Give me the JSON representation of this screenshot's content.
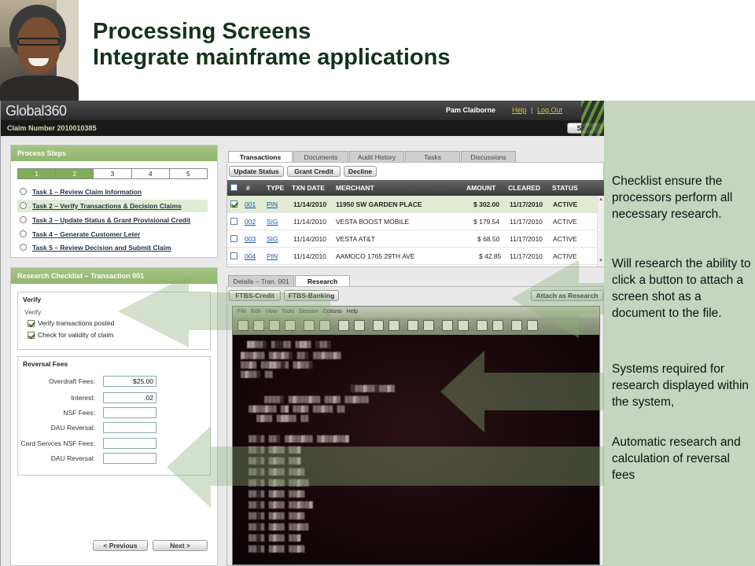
{
  "slide": {
    "title_line1": "Processing Screens",
    "title_line2": "Integrate mainframe applications"
  },
  "app": {
    "logo": "Global360",
    "user_name": "Pam Claiborne",
    "help_label": "Help",
    "separator": "|",
    "logout_label": "Log Out",
    "claim_number": "Claim Number 2010010385",
    "save_label": "Save"
  },
  "process_steps": {
    "title": "Process Steps",
    "steps": [
      "1",
      "2",
      "3",
      "4",
      "5"
    ],
    "tasks": [
      "Task 1 – Review Claim Information",
      "Task 2 – Verify Transactions & Decision Claims",
      "Task 3 – Update Status & Grant Provisional Credit",
      "Task 4 – Generate Customer Leter",
      "Task 5 – Review Decision and Submit Claim"
    ]
  },
  "checklist": {
    "title": "Research Checklist – Transaction 001",
    "verify_title": "Verify",
    "verify_sub": "Verify",
    "checks": [
      "Verify transactions posted",
      "Check for validity of claim"
    ],
    "fees_title": "Reversal Fees",
    "fees": [
      {
        "label": "Overdraft Fees:",
        "value": "$25.00"
      },
      {
        "label": "Interest:",
        "value": ".02"
      },
      {
        "label": "NSF Fees:",
        "value": ""
      },
      {
        "label": "DAU Reversal:",
        "value": ""
      },
      {
        "label": "Card Servces NSF Fees:",
        "value": ""
      },
      {
        "label": "DAU Reversal:",
        "value": ""
      }
    ],
    "prev_label": "< Previous",
    "next_label": "Next >"
  },
  "transactions": {
    "tabs": [
      "Transactions",
      "Documents",
      "Audit History",
      "Tasks",
      "Discussions"
    ],
    "buttons": [
      "Update Status",
      "Grant Credit",
      "Decline"
    ],
    "columns": [
      "#",
      "TYPE",
      "TXN DATE",
      "MERCHANT",
      "AMOUNT",
      "CLEARED",
      "STATUS"
    ],
    "rows": [
      {
        "num": "001",
        "type": "PIN",
        "date": "11/14/2010",
        "merchant": "11950 SW GARDEN PLACE",
        "amount": "$ 302.00",
        "cleared": "11/17/2010",
        "status": "ACTIVE"
      },
      {
        "num": "002",
        "type": "SIG",
        "date": "11/14/2010",
        "merchant": "VESTA BOOST MOBILE",
        "amount": "$ 179.54",
        "cleared": "11/17/2010",
        "status": "ACTIVE"
      },
      {
        "num": "003",
        "type": "SIG",
        "date": "11/14/2010",
        "merchant": "VESTA AT&T",
        "amount": "$ 68.50",
        "cleared": "11/17/2010",
        "status": "ACTIVE"
      },
      {
        "num": "004",
        "type": "PIN",
        "date": "11/14/2010",
        "merchant": "AAMOCO 1765 29TH AVE",
        "amount": "$ 42.85",
        "cleared": "11/17/2010",
        "status": "ACTIVE"
      }
    ]
  },
  "details": {
    "tabs": [
      "Details – Tran. 001",
      "Research"
    ],
    "buttons": [
      "FTBS-Credit",
      "FTBS-Banking"
    ],
    "attach_label": "Attach as Research"
  },
  "notes": [
    "Checklist ensure the processors perform all necessary research.",
    "Will research the ability to click a button to attach a screen shot as a document to the file.",
    "Systems required for research displayed within the system,",
    "Automatic research and calculation of reversal fees"
  ],
  "colors": {
    "title": "#13331a",
    "notes_panel": "#c5d5be",
    "panel_header": "#8fb56b",
    "arrow": "#8eb07a"
  }
}
